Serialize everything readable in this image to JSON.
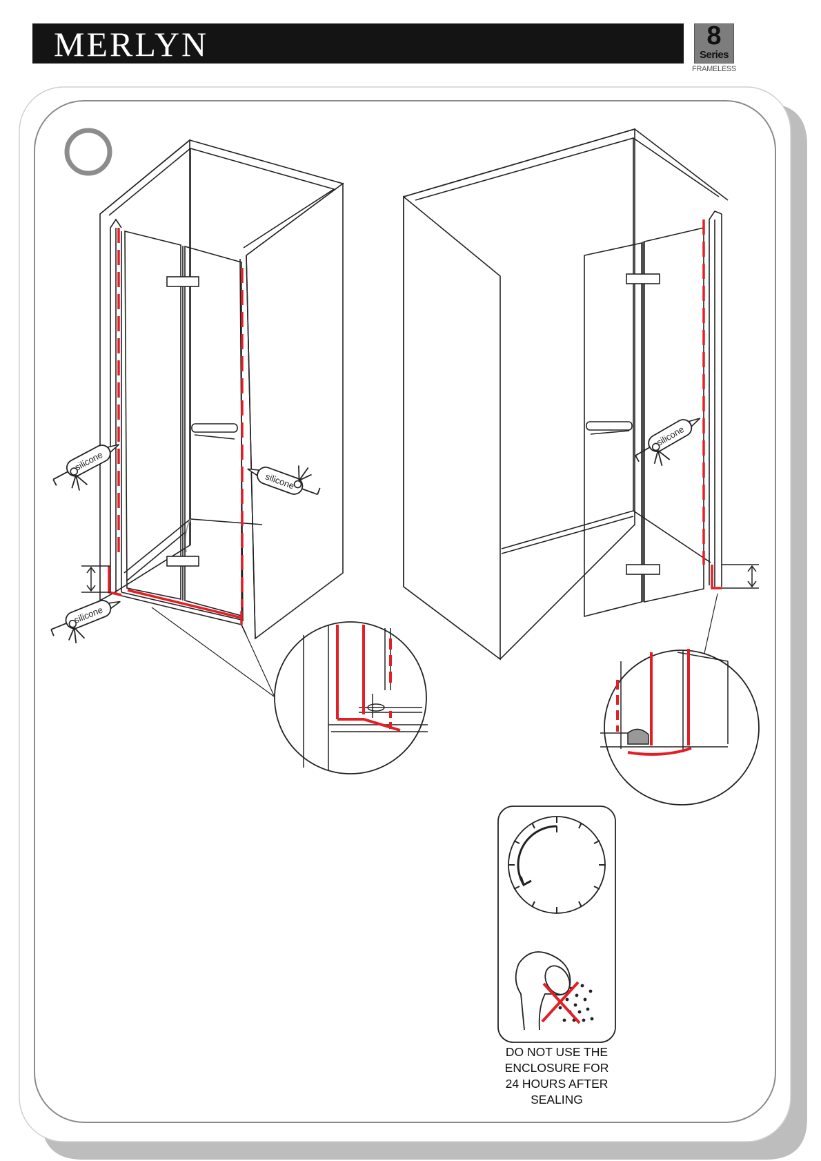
{
  "header": {
    "brand": "MERLYN",
    "series_number": "8",
    "series_label": "Series",
    "series_subtitle": "FRAMELESS"
  },
  "step": {
    "marker": "step-circle-marker"
  },
  "labels": {
    "silicone_tube_1": "silicone",
    "silicone_tube_2": "silicone",
    "silicone_tube_3": "silicone",
    "silicone_tube_4": "silicone"
  },
  "warning": {
    "lines": [
      "DO NOT USE THE",
      "ENCLOSURE FOR",
      "24 HOURS AFTER",
      "SEALING"
    ]
  },
  "colors": {
    "header_background": "#141414",
    "sealant_line": "#e31e24",
    "outline": "#222222",
    "panel_shadow": "#bdbdbd",
    "badge_background": "#7d7d7d"
  },
  "icons": [
    "clock-icon",
    "shower-head-icon",
    "cross-icon",
    "silicone-gun-icon",
    "dimension-arrow-icon"
  ]
}
